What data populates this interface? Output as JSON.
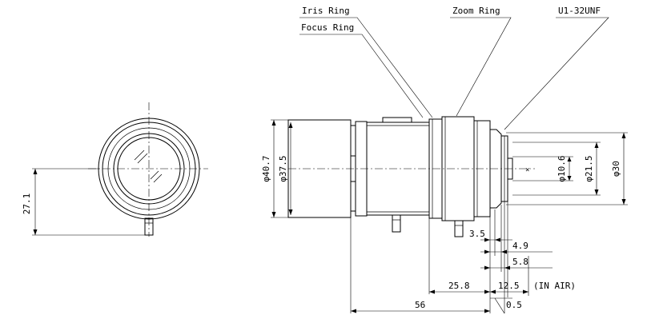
{
  "labels": {
    "iris_ring": "Iris Ring",
    "focus_ring": "Focus Ring",
    "zoom_ring": "Zoom Ring",
    "mount": "U1-32UNF"
  },
  "dimensions": {
    "front_height": "27.1",
    "outer_diameter": "φ40.7",
    "inner_diameter": "φ37.5",
    "mount_diameter": "φ30",
    "mount_inner": "φ21.5",
    "glass_diameter": "φ10.6",
    "d_3_5": "3.5",
    "d_4_9": "4.9",
    "d_5_8": "5.8",
    "d_25_8": "25.8",
    "d_12_5": "12.5",
    "in_air": "(IN AIR)",
    "d_56": "56",
    "d_0_5": "0.5"
  }
}
